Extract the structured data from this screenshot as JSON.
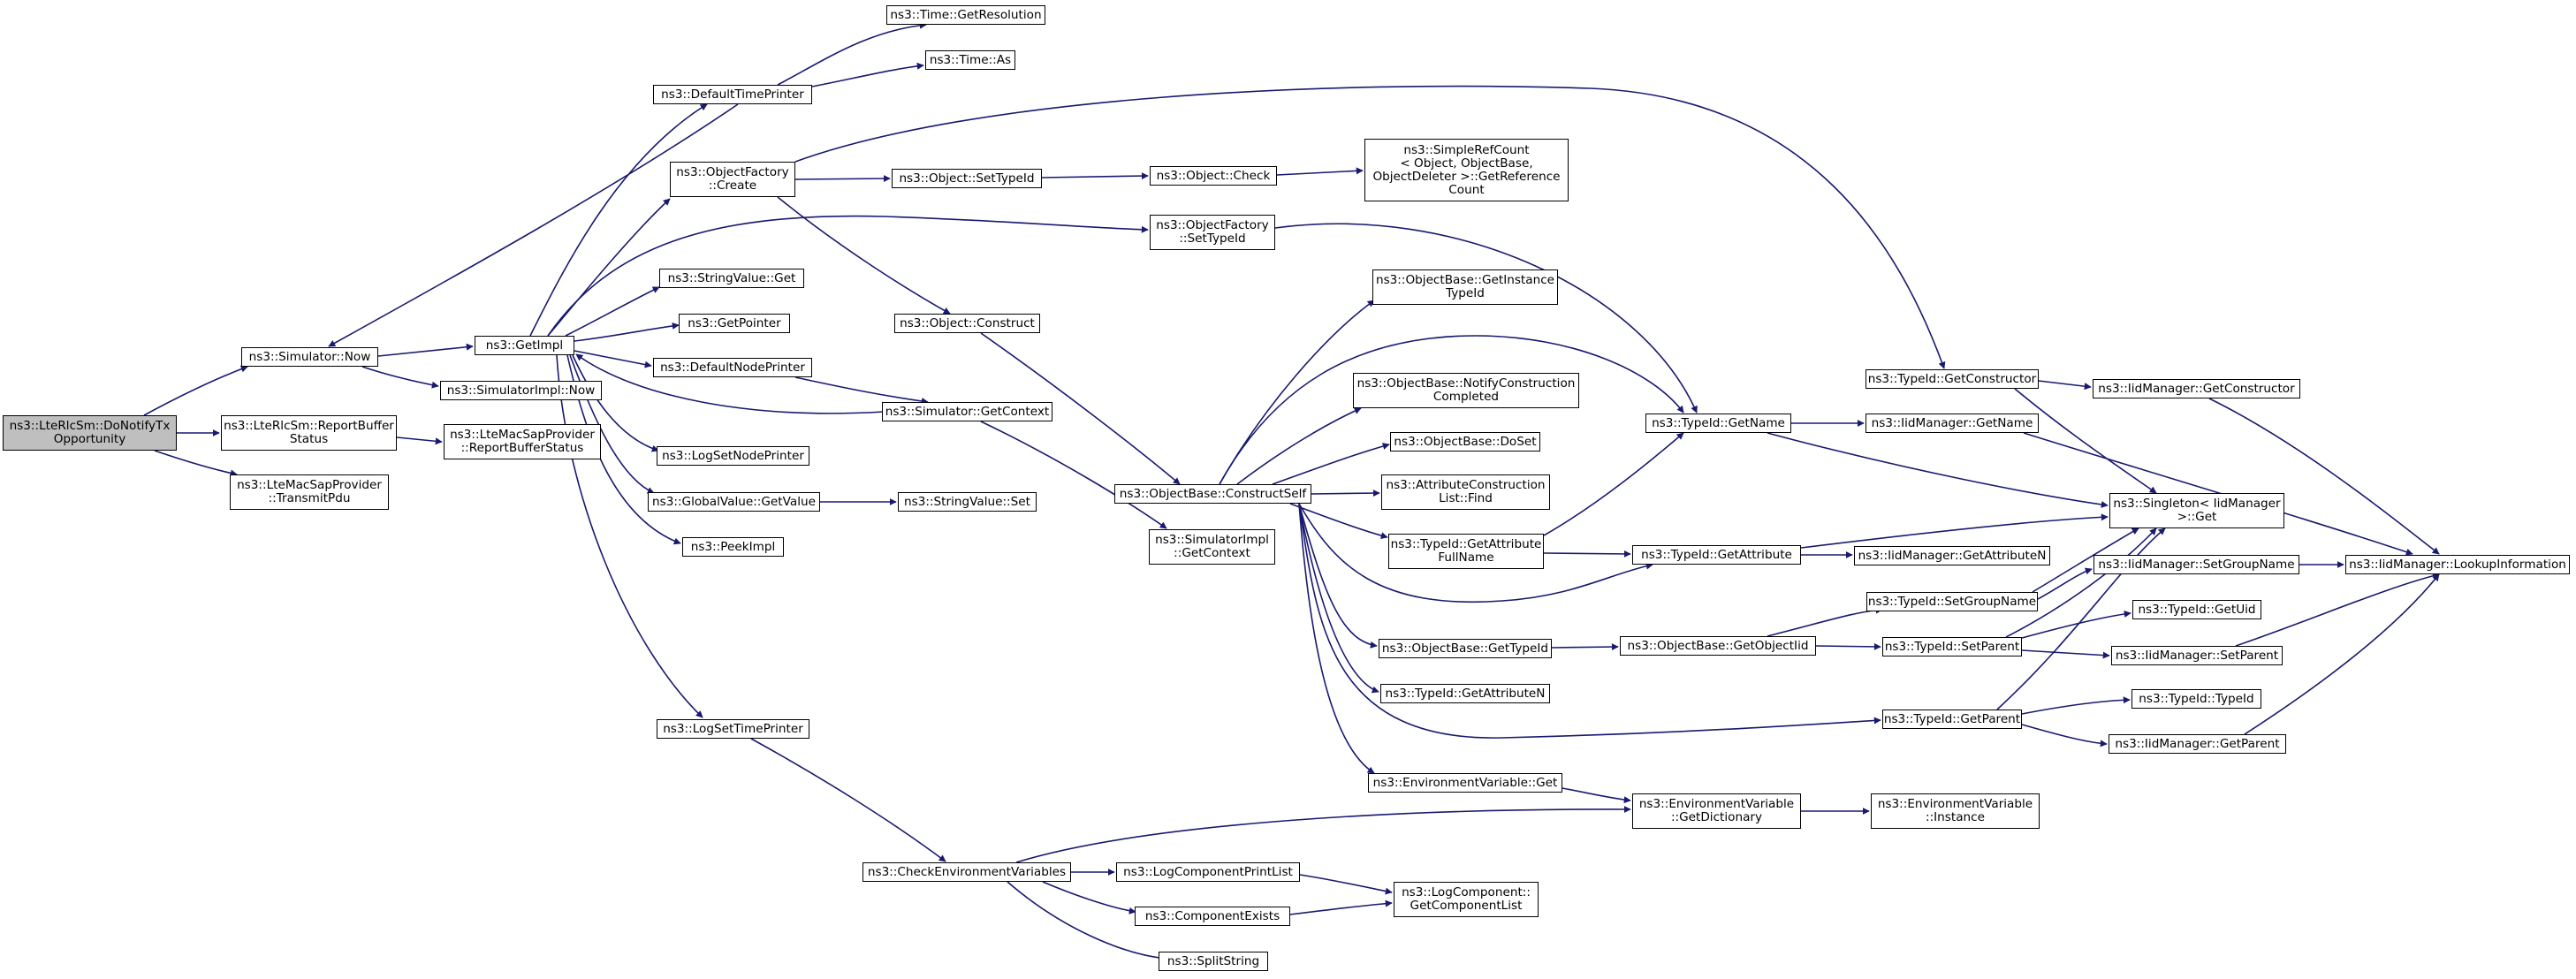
{
  "colors": {
    "edge": "#191970",
    "node_border": "#000000",
    "node_fill": "#ffffff",
    "root_fill": "#bfbfbf"
  },
  "nodes": {
    "lte_do_notify": "ns3::LteRlcSm::DoNotifyTx\nOpportunity",
    "sim_now": "ns3::Simulator::Now",
    "lte_report_buffer": "ns3::LteRlcSm::ReportBuffer\nStatus",
    "mac_transmit_pdu": "ns3::LteMacSapProvider\n::TransmitPdu",
    "get_impl": "ns3::GetImpl",
    "simimpl_now": "ns3::SimulatorImpl::Now",
    "mac_report_buffer": "ns3::LteMacSapProvider\n::ReportBufferStatus",
    "default_time_printer": "ns3::DefaultTimePrinter",
    "time_get_resolution": "ns3::Time::GetResolution",
    "time_as": "ns3::Time::As",
    "objfactory_create": "ns3::ObjectFactory\n::Create",
    "string_value_get": "ns3::StringValue::Get",
    "get_pointer": "ns3::GetPointer",
    "default_node_printer": "ns3::DefaultNodePrinter",
    "log_set_node_printer": "ns3::LogSetNodePrinter",
    "global_value_get": "ns3::GlobalValue::GetValue",
    "peek_impl": "ns3::PeekImpl",
    "log_set_time_printer": "ns3::LogSetTimePrinter",
    "object_set_type_id": "ns3::Object::SetTypeId",
    "object_check": "ns3::Object::Check",
    "simple_ref_count": "ns3::SimpleRefCount\n< Object, ObjectBase,\n ObjectDeleter >::GetReference\nCount",
    "objfactory_set_type_id": "ns3::ObjectFactory\n::SetTypeId",
    "object_construct": "ns3::Object::Construct",
    "sim_get_context": "ns3::Simulator::GetContext",
    "string_value_set": "ns3::StringValue::Set",
    "simimpl_get_context": "ns3::SimulatorImpl\n::GetContext",
    "objbase_construct_self": "ns3::ObjectBase::ConstructSelf",
    "objbase_get_instance_type_id": "ns3::ObjectBase::GetInstance\nTypeId",
    "objbase_notify_construction": "ns3::ObjectBase::NotifyConstruction\nCompleted",
    "objbase_do_set": "ns3::ObjectBase::DoSet",
    "attr_construction_find": "ns3::AttributeConstruction\nList::Find",
    "typeid_get_attr_full_name": "ns3::TypeId::GetAttribute\nFullName",
    "objbase_get_type_id": "ns3::ObjectBase::GetTypeId",
    "typeid_get_attr_n": "ns3::TypeId::GetAttributeN",
    "env_var_get": "ns3::EnvironmentVariable::Get",
    "typeid_get_name": "ns3::TypeId::GetName",
    "typeid_get_attribute": "ns3::TypeId::GetAttribute",
    "objbase_get_object_iid": "ns3::ObjectBase::GetObjectIid",
    "env_var_get_dictionary": "ns3::EnvironmentVariable\n::GetDictionary",
    "typeid_get_constructor": "ns3::TypeId::GetConstructor",
    "iidmgr_get_constructor": "ns3::IidManager::GetConstructor",
    "iidmgr_get_name": "ns3::IidManager::GetName",
    "singleton_get": "ns3::Singleton< IidManager\n >::Get",
    "iidmgr_get_attribute_n": "ns3::IidManager::GetAttributeN",
    "typeid_set_group_name": "ns3::TypeId::SetGroupName",
    "iidmgr_set_group_name": "ns3::IidManager::SetGroupName",
    "iidmgr_lookup_information": "ns3::IidManager::LookupInformation",
    "typeid_set_parent": "ns3::TypeId::SetParent",
    "typeid_get_uid": "ns3::TypeId::GetUid",
    "iidmgr_set_parent": "ns3::IidManager::SetParent",
    "typeid_get_parent": "ns3::TypeId::GetParent",
    "typeid_typeid": "ns3::TypeId::TypeId",
    "iidmgr_get_parent": "ns3::IidManager::GetParent",
    "env_var_instance": "ns3::EnvironmentVariable\n::Instance",
    "check_env_vars": "ns3::CheckEnvironmentVariables",
    "log_component_print_list": "ns3::LogComponentPrintList",
    "component_exists": "ns3::ComponentExists",
    "split_string": "ns3::SplitString",
    "log_component_get_list": "ns3::LogComponent::\nGetComponentList"
  }
}
